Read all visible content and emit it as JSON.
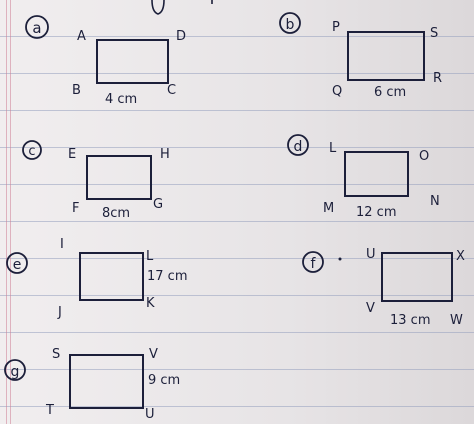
{
  "figures": [
    {
      "id": "a",
      "label": "a",
      "corners": [
        "A",
        "D",
        "B",
        "C"
      ],
      "measure": "4 cm"
    },
    {
      "id": "b",
      "label": "b",
      "corners": [
        "P",
        "S",
        "Q",
        "R"
      ],
      "measure": "6 cm"
    },
    {
      "id": "c",
      "label": "c",
      "corners": [
        "E",
        "H",
        "F",
        "G"
      ],
      "measure": "8cm"
    },
    {
      "id": "d",
      "label": "d",
      "corners": [
        "L",
        "O",
        "M",
        "N"
      ],
      "measure": "12 cm"
    },
    {
      "id": "e",
      "label": "e",
      "corners": [
        "I",
        "L",
        "J",
        "K"
      ],
      "measure": "17 cm"
    },
    {
      "id": "f",
      "label": "f",
      "corners": [
        "U",
        "X",
        "V",
        "W"
      ],
      "measure": "13 cm"
    },
    {
      "id": "g",
      "label": "g",
      "corners": [
        "S",
        "V",
        "T",
        "U"
      ],
      "measure": "9 cm"
    }
  ],
  "colors": {
    "ink": "#1c1f3a",
    "paper": "#ebe8e9",
    "rule_line": "#969fbe",
    "margin_line": "#cd8296"
  }
}
